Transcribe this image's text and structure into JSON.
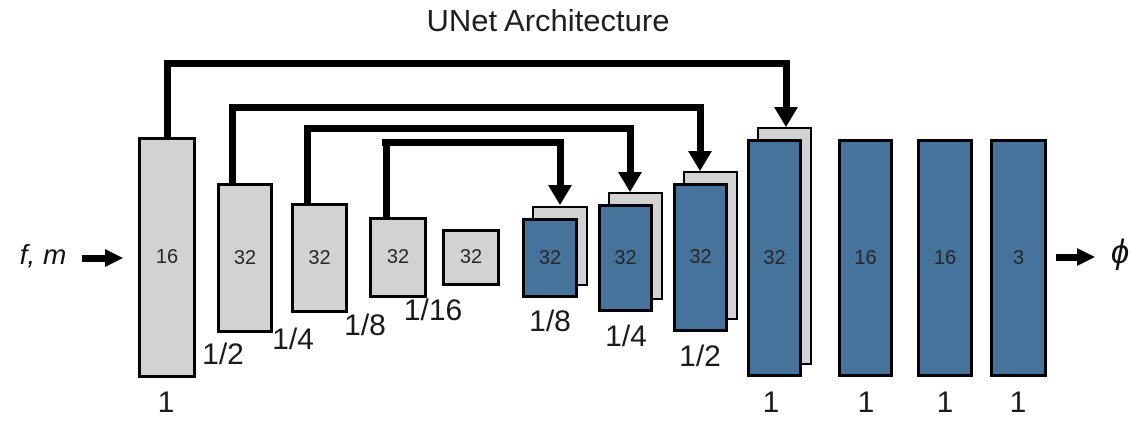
{
  "title": "UNet Architecture",
  "input": {
    "label": "f, m"
  },
  "output": {
    "label": "ϕ"
  },
  "colors": {
    "encoder_fill": "#d2d2d2",
    "decoder_fill": "#46739b",
    "line": "#000000",
    "text": "#262626"
  },
  "blocks": [
    {
      "name": "enc-1",
      "type": "encoder",
      "channels": "16",
      "scale": "1"
    },
    {
      "name": "enc-2",
      "type": "encoder",
      "channels": "32",
      "scale": "1/2"
    },
    {
      "name": "enc-3",
      "type": "encoder",
      "channels": "32",
      "scale": "1/4"
    },
    {
      "name": "enc-4",
      "type": "encoder",
      "channels": "32",
      "scale": "1/8"
    },
    {
      "name": "bottleneck",
      "type": "encoder",
      "channels": "32",
      "scale": "1/16"
    },
    {
      "name": "dec-1",
      "type": "decoder",
      "channels": "32",
      "scale": "1/8",
      "skip_concat": true
    },
    {
      "name": "dec-2",
      "type": "decoder",
      "channels": "32",
      "scale": "1/4",
      "skip_concat": true
    },
    {
      "name": "dec-3",
      "type": "decoder",
      "channels": "32",
      "scale": "1/2",
      "skip_concat": true
    },
    {
      "name": "dec-4",
      "type": "decoder",
      "channels": "32",
      "scale": "1",
      "skip_concat": true
    },
    {
      "name": "dec-5",
      "type": "decoder",
      "channels": "16",
      "scale": "1"
    },
    {
      "name": "dec-6",
      "type": "decoder",
      "channels": "16",
      "scale": "1"
    },
    {
      "name": "out",
      "type": "decoder",
      "channels": "3",
      "scale": "1"
    }
  ],
  "skip_connections": [
    {
      "from": "enc-1",
      "to": "dec-4"
    },
    {
      "from": "enc-2",
      "to": "dec-3"
    },
    {
      "from": "enc-3",
      "to": "dec-2"
    },
    {
      "from": "enc-4",
      "to": "dec-1"
    }
  ]
}
